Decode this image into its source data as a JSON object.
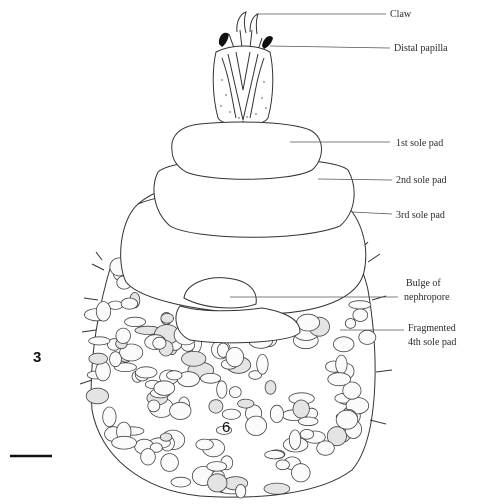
{
  "figure": {
    "plate_number": "3",
    "panel_number": "6",
    "labels": [
      {
        "id": "claw",
        "text": "Claw"
      },
      {
        "id": "distal-papilla",
        "text": "Distal papilla"
      },
      {
        "id": "first-sole-pad",
        "text": "1st sole pad"
      },
      {
        "id": "second-sole-pad",
        "text": "2nd sole pad"
      },
      {
        "id": "third-sole-pad",
        "text": "3rd sole pad"
      },
      {
        "id": "bulge-line1",
        "text": "Bulge of"
      },
      {
        "id": "bulge-line2",
        "text": "nephropore"
      },
      {
        "id": "fragmented-line1",
        "text": "Fragmented"
      },
      {
        "id": "fragmented-line2",
        "text": "4th sole pad"
      }
    ]
  }
}
